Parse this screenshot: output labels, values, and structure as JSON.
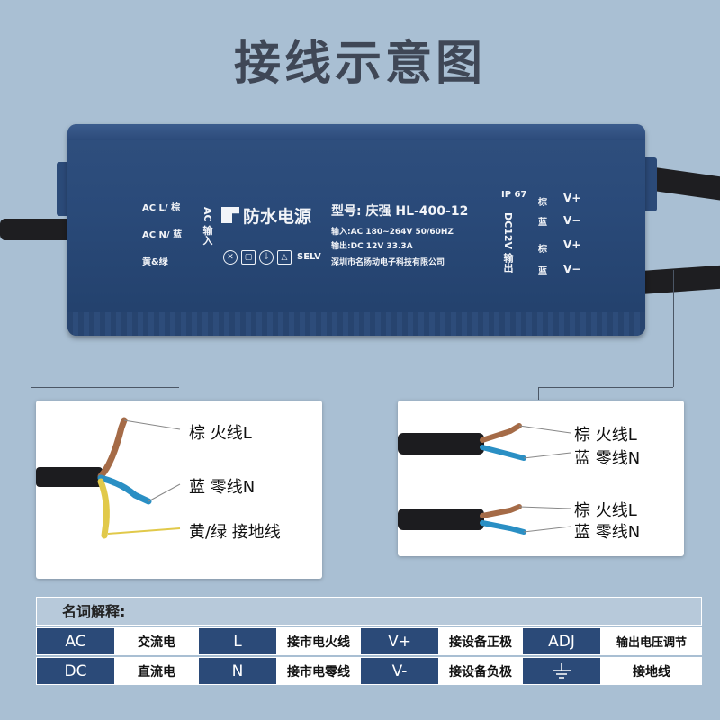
{
  "title": "接线示意图",
  "psu": {
    "brand": "防水电源",
    "model": "型号: 庆强 HL-400-12",
    "input_spec": "输入:AC 180~264V 50/60HZ",
    "output_spec": "输出:DC 12V 33.3A",
    "manufacturer": "深圳市名扬动电子科技有限公司",
    "left_labels": {
      "ac_l": "AC L/ 棕",
      "ac_n": "AC N/ 蓝",
      "ground": "黄&绿"
    },
    "ac_input_vertical": "AC 输入",
    "ip_rating": "IP 67",
    "dc_output_vertical": "DC12V 输出",
    "out_colors": [
      "棕",
      "蓝",
      "棕",
      "蓝"
    ],
    "out_terminals": [
      "V+",
      "V−",
      "V+",
      "V−"
    ],
    "selv": "SELV",
    "colors": {
      "body": "#2a4a79",
      "text": "#f2f4f8"
    }
  },
  "left_panel": {
    "labels": [
      "棕 火线L",
      "蓝 零线N",
      "黄/绿 接地线"
    ],
    "wire_colors": [
      "#a56b47",
      "#2a8fc4",
      "#e1c94a"
    ]
  },
  "right_panel": {
    "group1": [
      "棕 火线L",
      "蓝 零线N"
    ],
    "group2": [
      "棕 火线L",
      "蓝 零线N"
    ],
    "wire_colors": [
      "#a56b47",
      "#2a8fc4"
    ]
  },
  "glossary": {
    "heading": "名词解释:",
    "rows": [
      [
        {
          "k": "AC",
          "v": "交流电"
        },
        {
          "k": "L",
          "v": "接市电火线"
        },
        {
          "k": "V+",
          "v": "接设备正极"
        },
        {
          "k": "ADJ",
          "v": "输出电压调节"
        }
      ],
      [
        {
          "k": "DC",
          "v": "直流电"
        },
        {
          "k": "N",
          "v": "接市电零线"
        },
        {
          "k": "V-",
          "v": "接设备负极"
        },
        {
          "k": "",
          "v": "接地线",
          "icon": "ground-icon"
        }
      ]
    ]
  }
}
